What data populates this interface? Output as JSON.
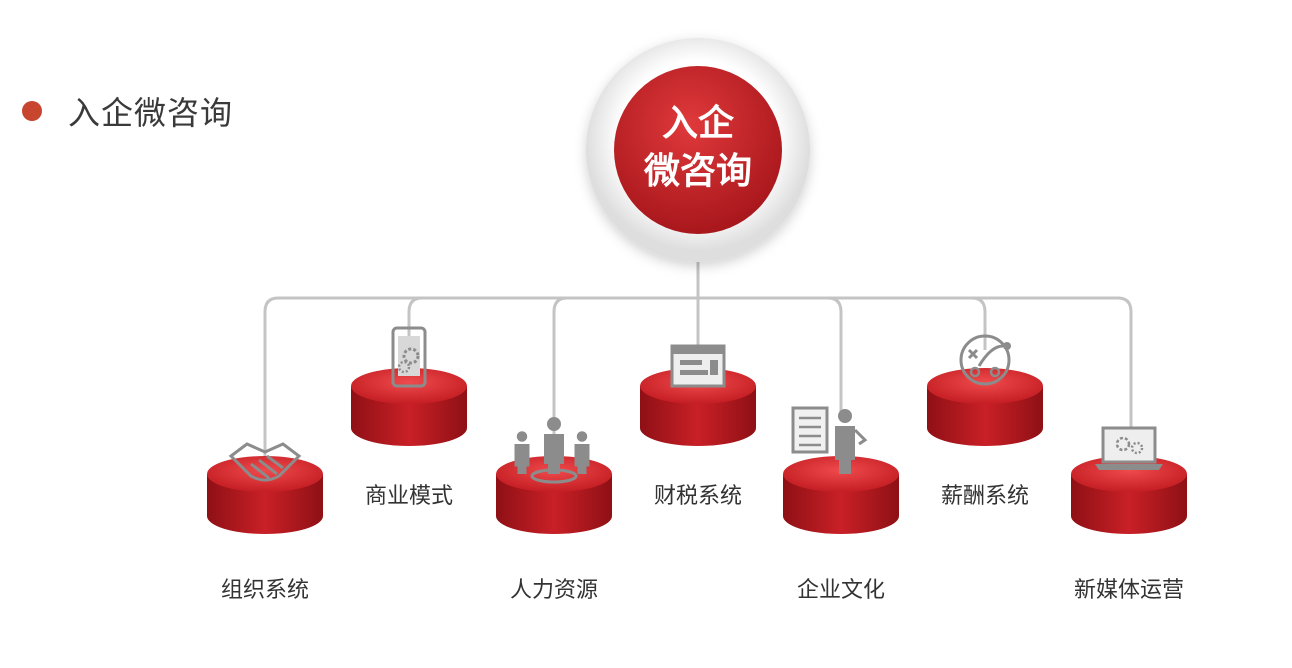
{
  "heading": {
    "text": "入企微咨询",
    "dot_color": "#c8452f"
  },
  "center": {
    "line1": "入企",
    "line2": "微咨询",
    "color": "#c0282a"
  },
  "colors": {
    "connector": "#c4c4c4",
    "pad_top": "#d6262b",
    "pad_side": "#a3161c",
    "icon": "#8c8c8c"
  },
  "nodes": [
    {
      "label": "组织系统",
      "icon": "handshake-icon"
    },
    {
      "label": "商业模式",
      "icon": "smartphone-gear-icon"
    },
    {
      "label": "人力资源",
      "icon": "people-icon"
    },
    {
      "label": "财税系统",
      "icon": "browser-window-icon"
    },
    {
      "label": "企业文化",
      "icon": "document-person-icon"
    },
    {
      "label": "薪酬系统",
      "icon": "strategy-target-icon"
    },
    {
      "label": "新媒体运营",
      "icon": "laptop-icon"
    }
  ]
}
